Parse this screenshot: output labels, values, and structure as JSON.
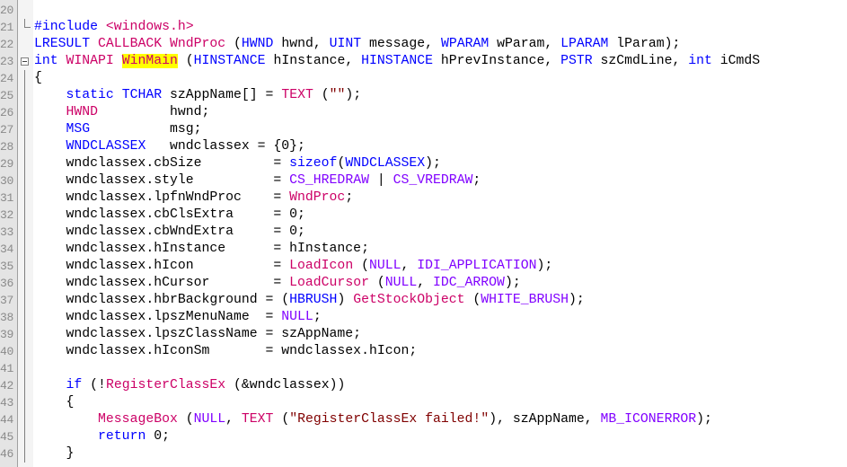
{
  "editor": {
    "lines": [
      {
        "num": "20",
        "tokens": [
          {
            "t": "",
            "c": "pun"
          }
        ]
      },
      {
        "num": "21",
        "fold": "end",
        "tokens": [
          {
            "t": "#include ",
            "c": "kw"
          },
          {
            "t": "<windows.h>",
            "c": "mac"
          }
        ]
      },
      {
        "num": "22",
        "tokens": [
          {
            "t": "LRESULT ",
            "c": "kw"
          },
          {
            "t": "CALLBACK ",
            "c": "mac"
          },
          {
            "t": "WndProc ",
            "c": "mac"
          },
          {
            "t": "(",
            "c": "pun"
          },
          {
            "t": "HWND",
            "c": "kw"
          },
          {
            "t": " hwnd, ",
            "c": "pun"
          },
          {
            "t": "UINT",
            "c": "kw"
          },
          {
            "t": " message, ",
            "c": "pun"
          },
          {
            "t": "WPARAM",
            "c": "kw"
          },
          {
            "t": " wParam, ",
            "c": "pun"
          },
          {
            "t": "LPARAM",
            "c": "kw"
          },
          {
            "t": " lParam);",
            "c": "pun"
          }
        ]
      },
      {
        "num": "23",
        "fold": "box",
        "tokens": [
          {
            "t": "int ",
            "c": "kw"
          },
          {
            "t": "WINAPI ",
            "c": "mac"
          },
          {
            "t": "WinMain",
            "c": "mac",
            "hl": true
          },
          {
            "t": " (",
            "c": "pun"
          },
          {
            "t": "HINSTANCE",
            "c": "kw"
          },
          {
            "t": " hInstance, ",
            "c": "pun"
          },
          {
            "t": "HINSTANCE",
            "c": "kw"
          },
          {
            "t": " hPrevInstance, ",
            "c": "pun"
          },
          {
            "t": "PSTR",
            "c": "kw"
          },
          {
            "t": " szCmdLine, ",
            "c": "pun"
          },
          {
            "t": "int",
            "c": "kw"
          },
          {
            "t": " iCmdS",
            "c": "pun"
          }
        ]
      },
      {
        "num": "24",
        "fold": "line",
        "tokens": [
          {
            "t": "{",
            "c": "pun"
          }
        ]
      },
      {
        "num": "25",
        "fold": "line",
        "tokens": [
          {
            "t": "    ",
            "c": "pun"
          },
          {
            "t": "static ",
            "c": "kw"
          },
          {
            "t": "TCHAR",
            "c": "kw"
          },
          {
            "t": " szAppName[] = ",
            "c": "pun"
          },
          {
            "t": "TEXT",
            "c": "mac"
          },
          {
            "t": " (",
            "c": "pun"
          },
          {
            "t": "\"\"",
            "c": "str"
          },
          {
            "t": ");",
            "c": "pun"
          }
        ]
      },
      {
        "num": "26",
        "fold": "line",
        "tokens": [
          {
            "t": "    ",
            "c": "pun"
          },
          {
            "t": "HWND",
            "c": "mac"
          },
          {
            "t": "         hwnd;",
            "c": "pun"
          }
        ]
      },
      {
        "num": "27",
        "fold": "line",
        "tokens": [
          {
            "t": "    ",
            "c": "pun"
          },
          {
            "t": "MSG",
            "c": "kw"
          },
          {
            "t": "          msg;",
            "c": "pun"
          }
        ]
      },
      {
        "num": "28",
        "fold": "line",
        "tokens": [
          {
            "t": "    ",
            "c": "pun"
          },
          {
            "t": "WNDCLASSEX",
            "c": "kw"
          },
          {
            "t": "   wndclassex = {0};",
            "c": "pun"
          }
        ]
      },
      {
        "num": "29",
        "fold": "line",
        "tokens": [
          {
            "t": "    wndclassex.cbSize         = ",
            "c": "pun"
          },
          {
            "t": "sizeof",
            "c": "kw"
          },
          {
            "t": "(",
            "c": "pun"
          },
          {
            "t": "WNDCLASSEX",
            "c": "kw"
          },
          {
            "t": ");",
            "c": "pun"
          }
        ]
      },
      {
        "num": "30",
        "fold": "line",
        "tokens": [
          {
            "t": "    wndclassex.style          = ",
            "c": "pun"
          },
          {
            "t": "CS_HREDRAW",
            "c": "fn"
          },
          {
            "t": " | ",
            "c": "pun"
          },
          {
            "t": "CS_VREDRAW",
            "c": "fn"
          },
          {
            "t": ";",
            "c": "pun"
          }
        ]
      },
      {
        "num": "31",
        "fold": "line",
        "tokens": [
          {
            "t": "    wndclassex.lpfnWndProc    = ",
            "c": "pun"
          },
          {
            "t": "WndProc",
            "c": "mac"
          },
          {
            "t": ";",
            "c": "pun"
          }
        ]
      },
      {
        "num": "32",
        "fold": "line",
        "tokens": [
          {
            "t": "    wndclassex.cbClsExtra     = 0;",
            "c": "pun"
          }
        ]
      },
      {
        "num": "33",
        "fold": "line",
        "tokens": [
          {
            "t": "    wndclassex.cbWndExtra     = 0;",
            "c": "pun"
          }
        ]
      },
      {
        "num": "34",
        "fold": "line",
        "tokens": [
          {
            "t": "    wndclassex.hInstance      = hInstance;",
            "c": "pun"
          }
        ]
      },
      {
        "num": "35",
        "fold": "line",
        "tokens": [
          {
            "t": "    wndclassex.hIcon          = ",
            "c": "pun"
          },
          {
            "t": "LoadIcon",
            "c": "mac"
          },
          {
            "t": " (",
            "c": "pun"
          },
          {
            "t": "NULL",
            "c": "fn"
          },
          {
            "t": ", ",
            "c": "pun"
          },
          {
            "t": "IDI_APPLICATION",
            "c": "fn"
          },
          {
            "t": ");",
            "c": "pun"
          }
        ]
      },
      {
        "num": "36",
        "fold": "line",
        "tokens": [
          {
            "t": "    wndclassex.hCursor        = ",
            "c": "pun"
          },
          {
            "t": "LoadCursor",
            "c": "mac"
          },
          {
            "t": " (",
            "c": "pun"
          },
          {
            "t": "NULL",
            "c": "fn"
          },
          {
            "t": ", ",
            "c": "pun"
          },
          {
            "t": "IDC_ARROW",
            "c": "fn"
          },
          {
            "t": ");",
            "c": "pun"
          }
        ]
      },
      {
        "num": "37",
        "fold": "line",
        "tokens": [
          {
            "t": "    wndclassex.hbrBackground = (",
            "c": "pun"
          },
          {
            "t": "HBRUSH",
            "c": "kw"
          },
          {
            "t": ") ",
            "c": "pun"
          },
          {
            "t": "GetStockObject",
            "c": "mac"
          },
          {
            "t": " (",
            "c": "pun"
          },
          {
            "t": "WHITE_BRUSH",
            "c": "fn"
          },
          {
            "t": ");",
            "c": "pun"
          }
        ]
      },
      {
        "num": "38",
        "fold": "line",
        "tokens": [
          {
            "t": "    wndclassex.lpszMenuName  = ",
            "c": "pun"
          },
          {
            "t": "NULL",
            "c": "fn"
          },
          {
            "t": ";",
            "c": "pun"
          }
        ]
      },
      {
        "num": "39",
        "fold": "line",
        "tokens": [
          {
            "t": "    wndclassex.lpszClassName = szAppName;",
            "c": "pun"
          }
        ]
      },
      {
        "num": "40",
        "fold": "line",
        "tokens": [
          {
            "t": "    wndclassex.hIconSm       = wndclassex.hIcon;",
            "c": "pun"
          }
        ]
      },
      {
        "num": "41",
        "fold": "line",
        "tokens": [
          {
            "t": "",
            "c": "pun"
          }
        ]
      },
      {
        "num": "42",
        "fold": "line",
        "tokens": [
          {
            "t": "    ",
            "c": "pun"
          },
          {
            "t": "if",
            "c": "kw"
          },
          {
            "t": " (!",
            "c": "pun"
          },
          {
            "t": "RegisterClassEx",
            "c": "mac"
          },
          {
            "t": " (&wndclassex))",
            "c": "pun"
          }
        ]
      },
      {
        "num": "43",
        "fold": "line",
        "tokens": [
          {
            "t": "    {",
            "c": "pun"
          }
        ]
      },
      {
        "num": "44",
        "fold": "line",
        "tokens": [
          {
            "t": "        ",
            "c": "pun"
          },
          {
            "t": "MessageBox",
            "c": "mac"
          },
          {
            "t": " (",
            "c": "pun"
          },
          {
            "t": "NULL",
            "c": "fn"
          },
          {
            "t": ", ",
            "c": "pun"
          },
          {
            "t": "TEXT",
            "c": "mac"
          },
          {
            "t": " (",
            "c": "pun"
          },
          {
            "t": "\"RegisterClassEx failed!\"",
            "c": "str"
          },
          {
            "t": "), szAppName, ",
            "c": "pun"
          },
          {
            "t": "MB_ICONERROR",
            "c": "fn"
          },
          {
            "t": ");",
            "c": "pun"
          }
        ]
      },
      {
        "num": "45",
        "fold": "line",
        "tokens": [
          {
            "t": "        ",
            "c": "pun"
          },
          {
            "t": "return",
            "c": "kw"
          },
          {
            "t": " 0;",
            "c": "pun"
          }
        ]
      },
      {
        "num": "46",
        "fold": "line",
        "tokens": [
          {
            "t": "    }",
            "c": "pun"
          }
        ]
      }
    ]
  }
}
